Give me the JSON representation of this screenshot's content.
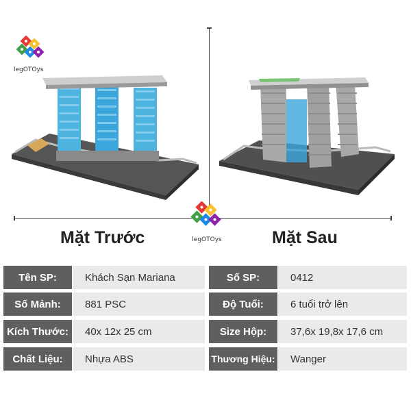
{
  "logo": {
    "text": "legOTOys",
    "colors": [
      "#e53935",
      "#fbc02d",
      "#43a047",
      "#1e88e5",
      "#8e24aa",
      "#fb8c00"
    ]
  },
  "front_caption": "Mặt Trước",
  "back_caption": "Mặt Sau",
  "specs": [
    {
      "label": "Tên SP:",
      "value": "Khách Sạn Mariana"
    },
    {
      "label": "Số Mảnh:",
      "value": "881 PSC"
    },
    {
      "label": "Kích Thước:",
      "value": "40x 12x 25 cm"
    },
    {
      "label": "Chất Liệu:",
      "value": "Nhựa ABS"
    },
    {
      "label": "Số SP:",
      "value": "0412"
    },
    {
      "label": "Độ Tuổi:",
      "value": "6 tuổi trở lên"
    },
    {
      "label": "Size Hộp:",
      "value": "37,6x 19,8x 17,6 cm"
    },
    {
      "label": "Thương Hiệu:",
      "value": "Wanger"
    }
  ]
}
